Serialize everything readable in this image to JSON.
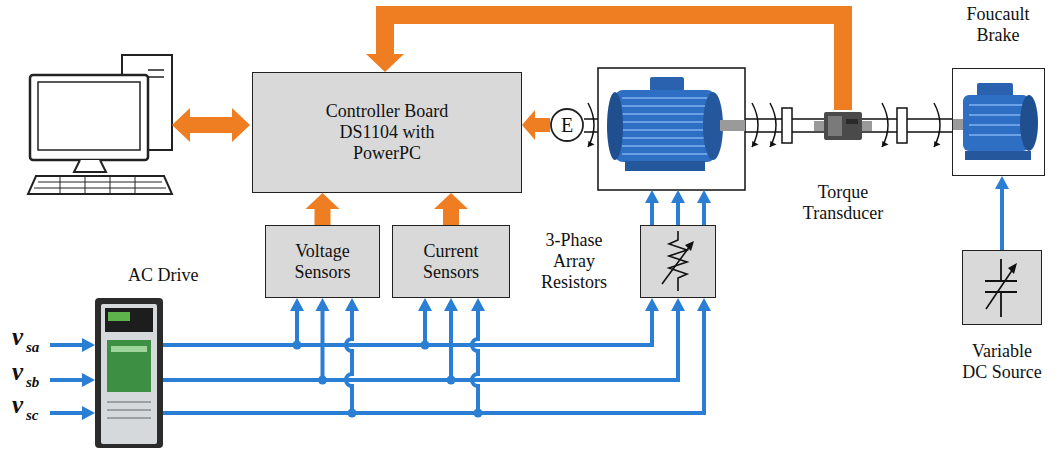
{
  "diagram": {
    "nodes": [
      {
        "text": [
          "Controller Board DS1104 with PowerPC"
        ]
      },
      {
        "text": [
          "Voltage Sensors"
        ]
      },
      {
        "text": [
          "Current Sensors"
        ]
      },
      {
        "text": [
          "E"
        ]
      },
      {
        "text": [
          "3-Phase Array Resistors"
        ]
      },
      {
        "text": [
          "Torque Transducer"
        ]
      },
      {
        "text": [
          "Foucault Brake"
        ]
      },
      {
        "text": [
          "Variable DC Source"
        ]
      },
      {
        "text": [
          "AC Drive"
        ]
      }
    ],
    "edges": [
      {
        "from": 1,
        "to": 0,
        "arrow": "to"
      },
      {
        "from": 2,
        "to": 0,
        "arrow": "to"
      },
      {
        "from": 3,
        "to": 0,
        "arrow": "to"
      },
      {
        "from": 5,
        "to": 0,
        "arrow": "to"
      },
      {
        "from": 8,
        "to": 1,
        "arrow": "to"
      },
      {
        "from": 8,
        "to": 2,
        "arrow": "to"
      },
      {
        "from": 8,
        "to": 4,
        "arrow": "to"
      },
      {
        "from": 7,
        "to": 6,
        "arrow": "to"
      }
    ],
    "labels": [
      "v",
      "sa",
      "v",
      "sb",
      "v",
      "sc"
    ]
  }
}
